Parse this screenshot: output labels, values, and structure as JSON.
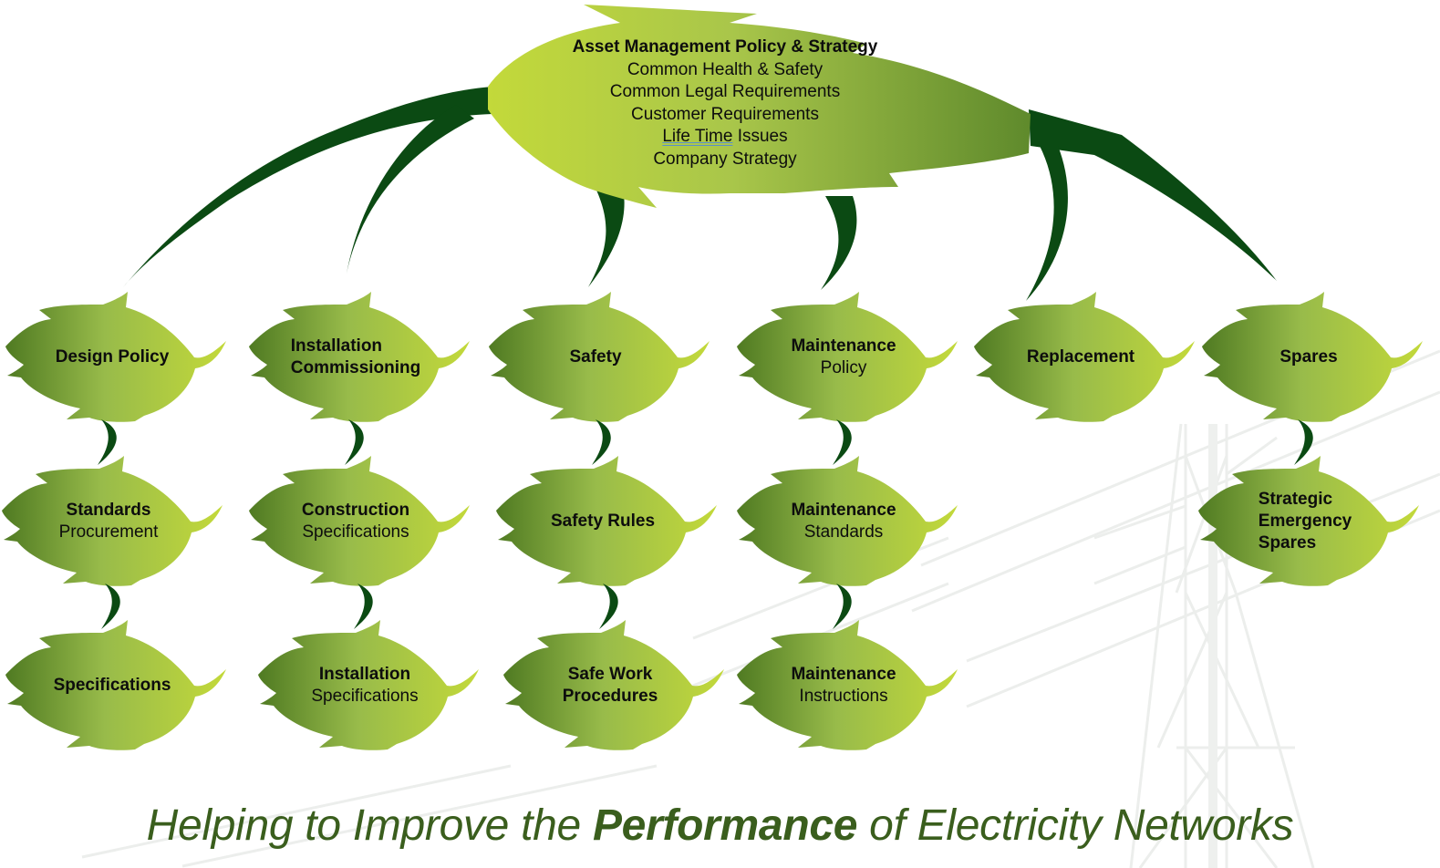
{
  "colors": {
    "branch": "#0b4a13",
    "leaf_dark": "#4f7a22",
    "leaf_mid": "#95b848",
    "leaf_light": "#c3d93a",
    "text": "#0d0d0d",
    "tagline": "#3a5e1d",
    "pylon": "#eceeec"
  },
  "root": {
    "title": "Asset Management Policy & Strategy",
    "lines": [
      {
        "pre": "Common Health & Safety",
        "underlined": "",
        "post": ""
      },
      {
        "pre": "Common Legal Requirements",
        "underlined": "",
        "post": ""
      },
      {
        "pre": "Customer Requirements",
        "underlined": "",
        "post": ""
      },
      {
        "pre": "",
        "underlined": "Life Time",
        "post": " Issues"
      },
      {
        "pre": "Company Strategy",
        "underlined": "",
        "post": ""
      }
    ]
  },
  "columns": [
    {
      "nodes": [
        {
          "bold": "Design Policy",
          "normal": ""
        },
        {
          "bold": "Standards",
          "normal": "Procurement"
        },
        {
          "bold": "Specifications",
          "normal": ""
        }
      ]
    },
    {
      "nodes": [
        {
          "bold": "Installation\nCommissioning",
          "normal": ""
        },
        {
          "bold": "Construction",
          "normal": "Specifications"
        },
        {
          "bold": "Installation",
          "normal": "Specifications"
        }
      ]
    },
    {
      "nodes": [
        {
          "bold": "Safety",
          "normal": ""
        },
        {
          "bold": "Safety Rules",
          "normal": ""
        },
        {
          "bold": "Safe Work\nProcedures",
          "normal": ""
        }
      ]
    },
    {
      "nodes": [
        {
          "bold": "Maintenance",
          "normal": "Policy"
        },
        {
          "bold": "Maintenance",
          "normal": "Standards"
        },
        {
          "bold": "Maintenance",
          "normal": "Instructions"
        }
      ]
    },
    {
      "nodes": [
        {
          "bold": "Replacement",
          "normal": ""
        }
      ]
    },
    {
      "nodes": [
        {
          "bold": "Spares",
          "normal": ""
        },
        {
          "bold": "Strategic\nEmergency\nSpares",
          "normal": ""
        }
      ]
    }
  ],
  "tagline": {
    "before": "Helping to Improve the ",
    "emphasis": "Performance",
    "after": " of Electricity Networks"
  }
}
